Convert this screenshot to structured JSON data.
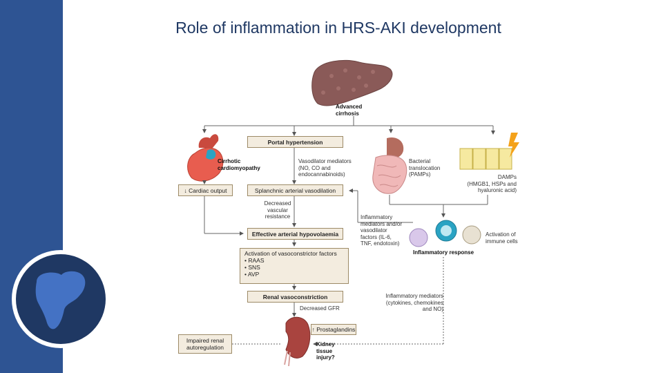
{
  "slide": {
    "title": "Role of inflammation in HRS-AKI development"
  },
  "diagram": {
    "advanced_cirrhosis": "Advanced\ncirrhosis",
    "portal_hypertension": "Portal hypertension",
    "cirrhotic_cardiomyopathy": "Cirrhotic\ncardiomyopathy",
    "vasodilator_mediators": "Vasodilator mediators\n(NO, CO and\nendocannabinoids)",
    "bacterial_translocation": "Bacterial\ntranslocation\n(PAMPs)",
    "damps": "DAMPs\n(HMGB1, HSPs and\nhyaluronic acid)",
    "cardiac_output": "↓ Cardiac output",
    "splanchnic_vasodilation": "Splanchnic arterial vasodilation",
    "decreased_vascular_resistance": "Decreased\nvascular\nresistance",
    "inflammatory_mediators_vaso": "Inflammatory\nmediators and/or\nvasodilator\nfactors (IL-6,\nTNF, endotoxin)",
    "effective_hypovolaemia": "Effective arterial hypovolaemia",
    "activation_immune_cells": "Activation of\nimmune cells",
    "inflammatory_response": "Inflammatory response",
    "vasoconstrictor_activation": "Activation of vasoconstrictor factors\n• RAAS\n• SNS\n• AVP",
    "renal_vasoconstriction": "Renal vasoconstriction",
    "inflammatory_mediators_cyto": "Inflammatory mediators\n(cytokines, chemokines\nand NO)",
    "decreased_gfr": "Decreased GFR",
    "prostaglandins": "↑ Prostaglandins",
    "impaired_autoregulation": "Impaired renal\nautoregulation",
    "kidney_injury": "Kidney\ntissue\ninjury?"
  },
  "colors": {
    "sidebar": "#2e5493",
    "title": "#1f3863",
    "badge": "#1f3863",
    "liver_icon": "#4472c4",
    "box_fill": "#f3ecdf"
  }
}
